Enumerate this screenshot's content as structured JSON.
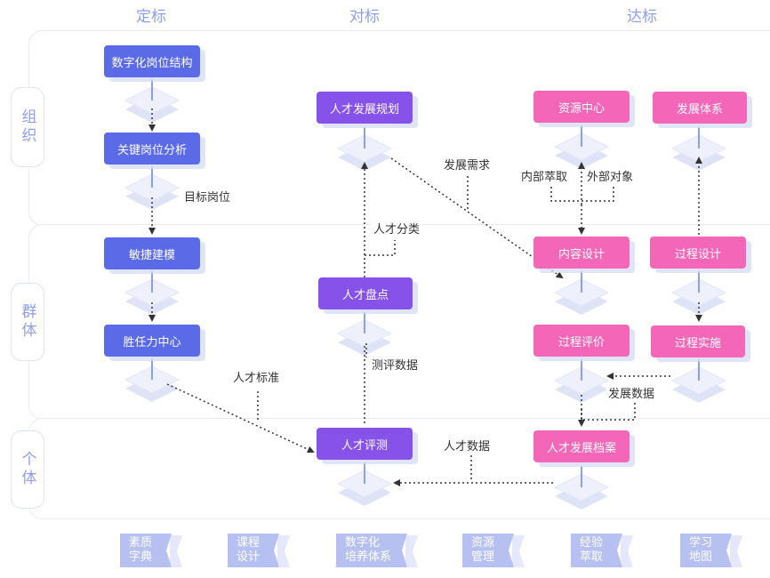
{
  "columns": [
    "定标",
    "对标",
    "达标"
  ],
  "rows": [
    "组织",
    "群体",
    "个体"
  ],
  "nodes": {
    "n1": "数字化岗位结构",
    "n2": "关键岗位分析",
    "n3": "敏捷建模",
    "n4": "胜任力中心",
    "n5": "人才发展规划",
    "n6": "人才盘点",
    "n7": "人才评测",
    "n8": "资源中心",
    "n9": "发展体系",
    "n10": "内容设计",
    "n11": "过程设计",
    "n12": "过程评价",
    "n13": "过程实施",
    "n14": "人才发展档案"
  },
  "labels": {
    "l1": "目标岗位",
    "l2": "人才分类",
    "l3": "发展需求",
    "l4": "内部萃取",
    "l5": "外部对象",
    "l6": "人才标准",
    "l7": "测评数据",
    "l8": "发展数据",
    "l9": "人才数据"
  },
  "chips": [
    [
      "素质",
      "字典"
    ],
    [
      "课程",
      "设计"
    ],
    [
      "数字化",
      "培养体系"
    ],
    [
      "资源",
      "管理"
    ],
    [
      "经验",
      "萃取"
    ],
    [
      "学习",
      "地图"
    ]
  ],
  "colors": {
    "blue": "#5b6be8",
    "purple": "#8652ea",
    "pink": "#f467b8",
    "accent": "#8f9ee8",
    "chip": "#b6c1f2"
  }
}
